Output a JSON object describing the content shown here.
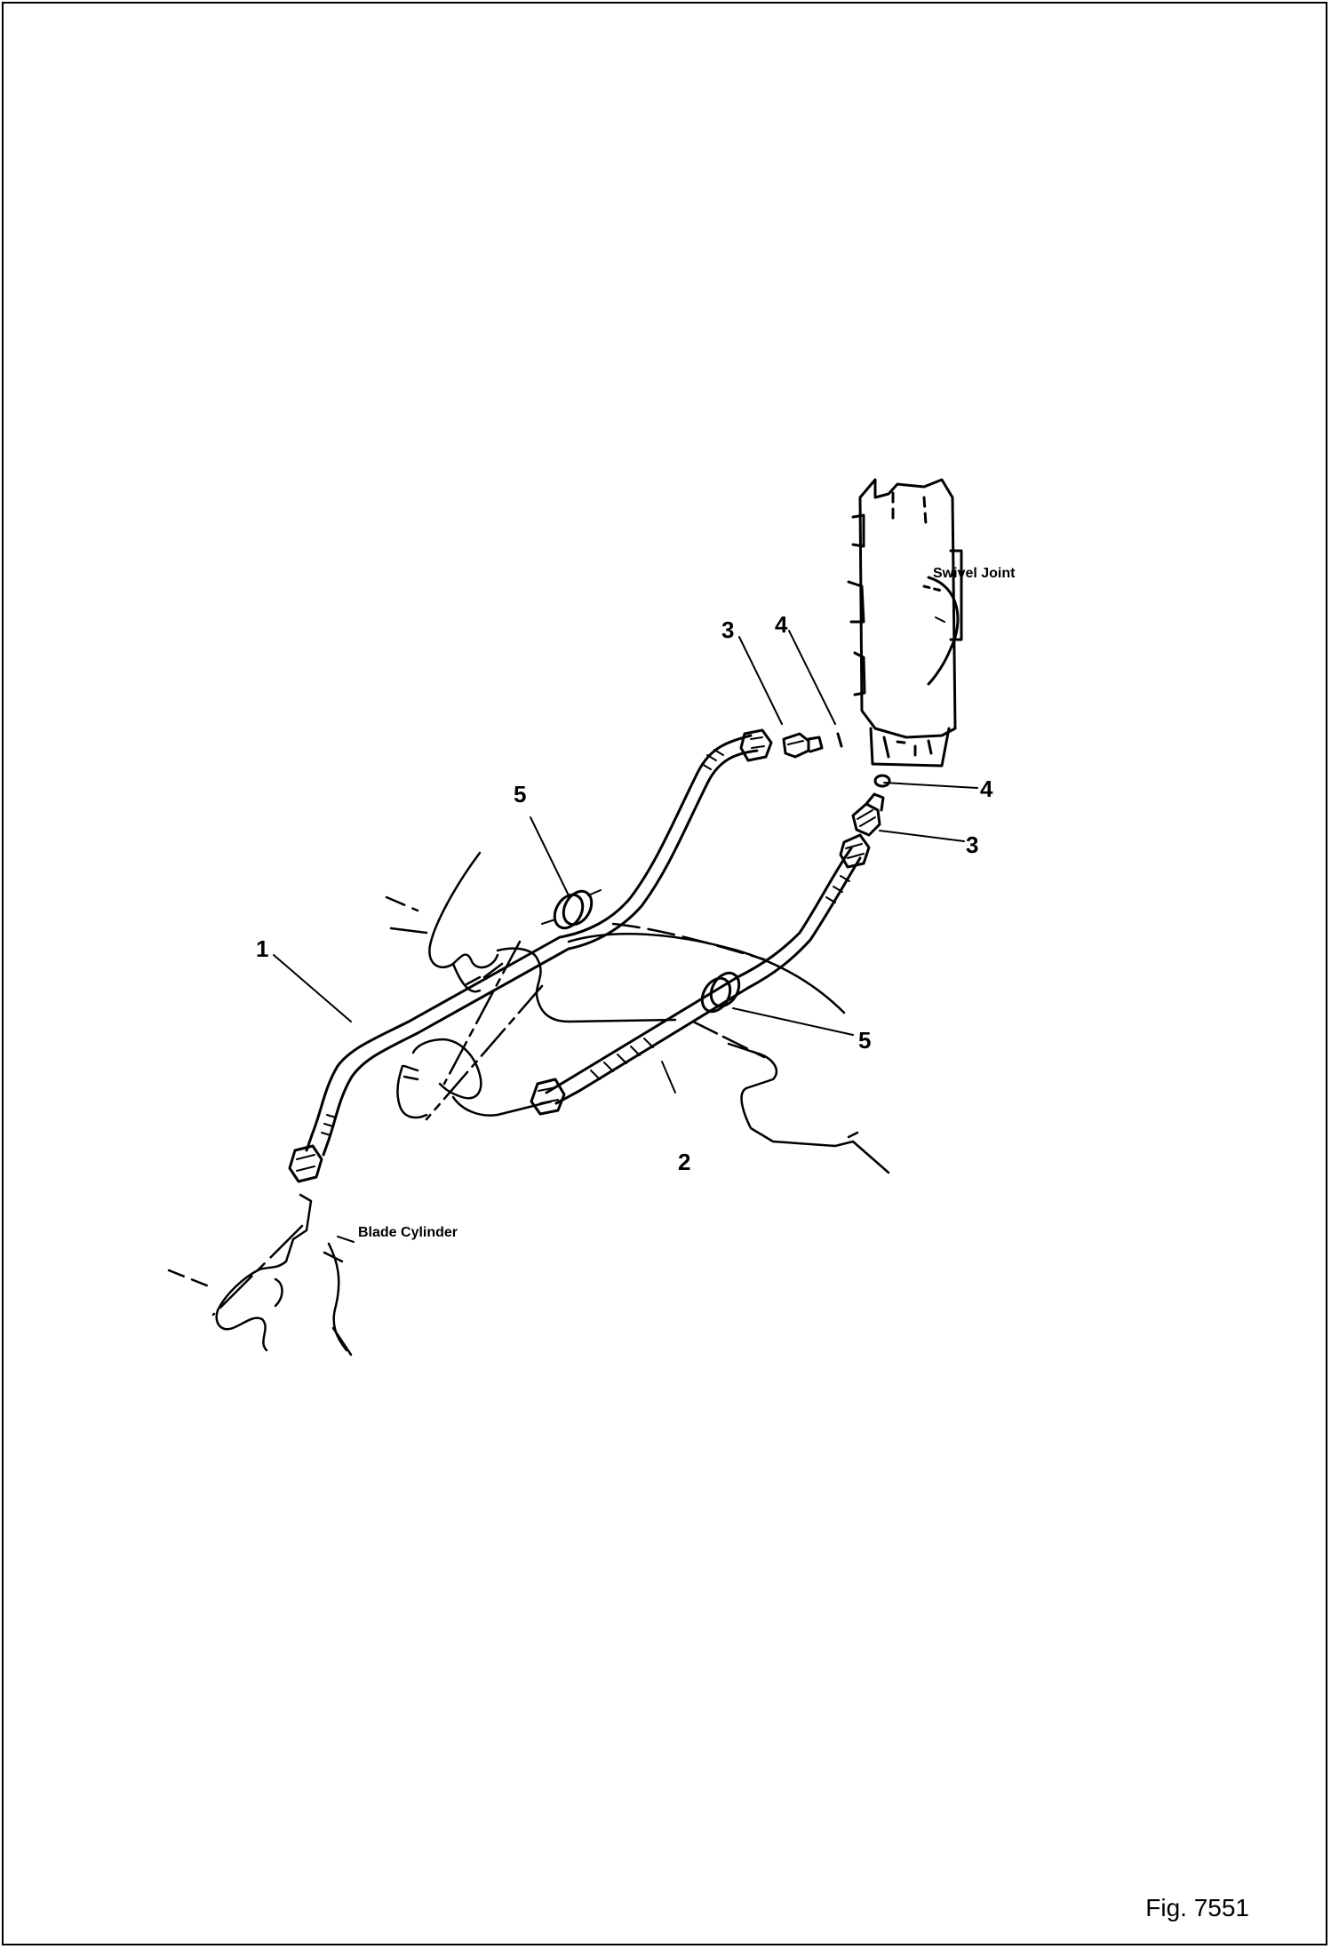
{
  "figure": {
    "label": "Fig. 7551"
  },
  "annotations": {
    "swivel_joint": "Swivel Joint",
    "blade_cylinder": "Blade Cylinder"
  },
  "callouts": {
    "c1": "1",
    "c2": "2",
    "c3a": "3",
    "c3b": "3",
    "c4a": "4",
    "c4b": "4",
    "c5a": "5",
    "c5b": "5"
  },
  "colors": {
    "ink": "#000000",
    "paper": "#ffffff"
  }
}
